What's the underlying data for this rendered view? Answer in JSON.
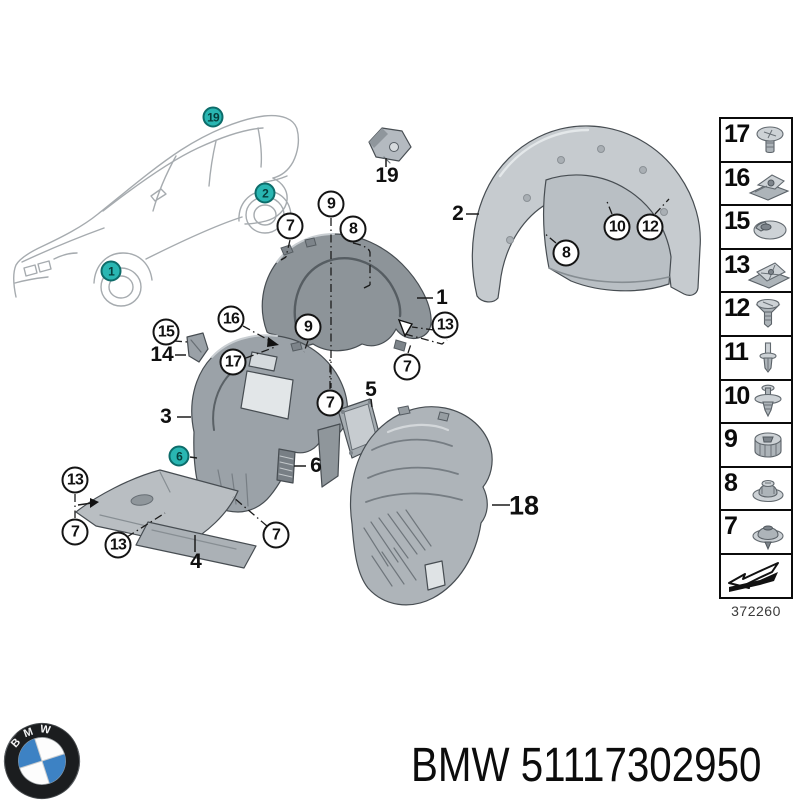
{
  "callouts": {
    "teal": [
      "19",
      "2",
      "1",
      "6"
    ],
    "circles": [
      "7",
      "9",
      "8",
      "13",
      "7",
      "9",
      "7",
      "15",
      "16",
      "17",
      "13",
      "7",
      "13",
      "7",
      "10",
      "12",
      "8"
    ],
    "labels": [
      "19",
      "2",
      "1",
      "3",
      "14",
      "5",
      "6",
      "4",
      "18"
    ]
  },
  "legend": {
    "numbers": [
      "17",
      "16",
      "15",
      "13",
      "12",
      "11",
      "10",
      "9",
      "8",
      "7"
    ],
    "icons": [
      "round-head-screw",
      "speed-nut-clip",
      "oval-plate-nut",
      "cage-nut-clip",
      "countersunk-screw",
      "expansion-rivet",
      "flange-rivet",
      "barrel-grommet-nut",
      "plastic-nut-washer",
      "push-clip",
      "direction-arrow"
    ],
    "drawing_number": "372260"
  },
  "footer": {
    "logo_text": "BMW",
    "caption": "BMW 51117302950"
  }
}
